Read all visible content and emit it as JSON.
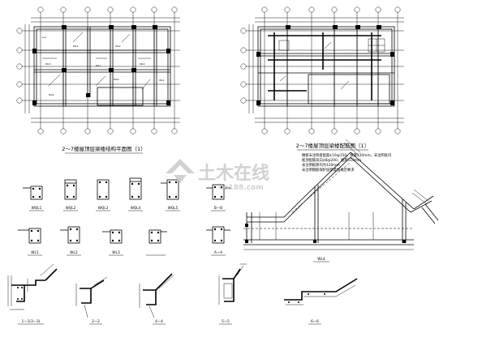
{
  "plans": {
    "left_title": "2～7楼屋顶层梁楼结构平面图（1）",
    "right_title": "2～7楼屋顶层梁楼配筋图（1）"
  },
  "notes": [
    "楼板未注明者配筋¢10@150，板厚120mm，未注明处均",
    "板顶配筋双向¢8@200，板厚110mm",
    "未注明板厚均为120mm",
    "未注明钢筋保护层厚度按规范要求"
  ],
  "sections_row1": [
    "WQL1",
    "WQL2",
    "WQL3",
    "WQL4",
    "WQL5",
    "B—B"
  ],
  "sections_row2": [
    "WL1",
    "WL2",
    "WL3",
    "A—A"
  ],
  "bottom_labels": [
    "1—1(3—3)",
    "2—2",
    "4—4",
    "5—5",
    "6—6"
  ],
  "elevation_label": "WL4",
  "watermark": {
    "main": "土木在线",
    "sub": "co188.com"
  },
  "colors": {
    "line": "#000000",
    "watermark": "#c9c9c9"
  }
}
